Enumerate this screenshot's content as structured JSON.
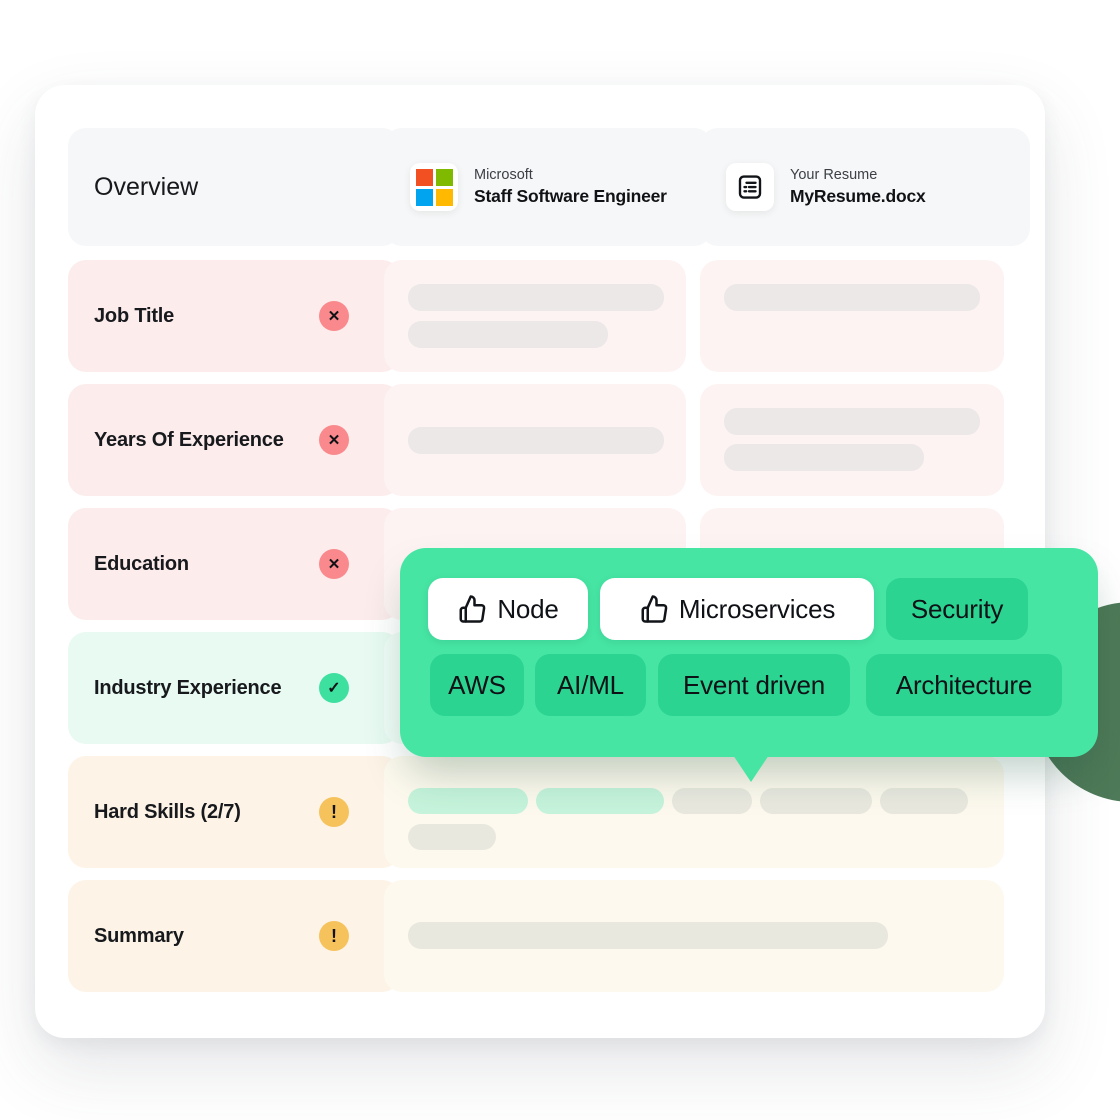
{
  "header": {
    "overview": "Overview",
    "job": {
      "company": "Microsoft",
      "title": "Staff Software Engineer"
    },
    "resume": {
      "label": "Your Resume",
      "filename": "MyResume.docx"
    }
  },
  "rows": [
    {
      "label": "Job Title",
      "status": "fail"
    },
    {
      "label": "Years Of Experience",
      "status": "fail"
    },
    {
      "label": "Education",
      "status": "fail"
    },
    {
      "label": "Industry Experience",
      "status": "pass"
    },
    {
      "label": "Hard Skills (2/7)",
      "status": "warn"
    },
    {
      "label": "Summary",
      "status": "warn"
    }
  ],
  "icons": {
    "fail": "✕",
    "pass": "✓",
    "warn": "!"
  },
  "popup": {
    "chips": [
      {
        "label": "Node",
        "liked": true
      },
      {
        "label": "Microservices",
        "liked": true
      },
      {
        "label": "Security",
        "liked": false
      },
      {
        "label": "AWS",
        "liked": false
      },
      {
        "label": "AI/ML",
        "liked": false
      },
      {
        "label": "Event driven",
        "liked": false
      },
      {
        "label": "Architecture",
        "liked": false
      }
    ]
  },
  "colors": {
    "popup_green": "#46e5a4",
    "chip_green": "#2bd491",
    "status_fail": "#f9898c",
    "status_pass": "#3ee0a0",
    "status_warn": "#f6c25c",
    "ms_logo": [
      "#f25022",
      "#7fba00",
      "#00a4ef",
      "#ffb900"
    ]
  }
}
